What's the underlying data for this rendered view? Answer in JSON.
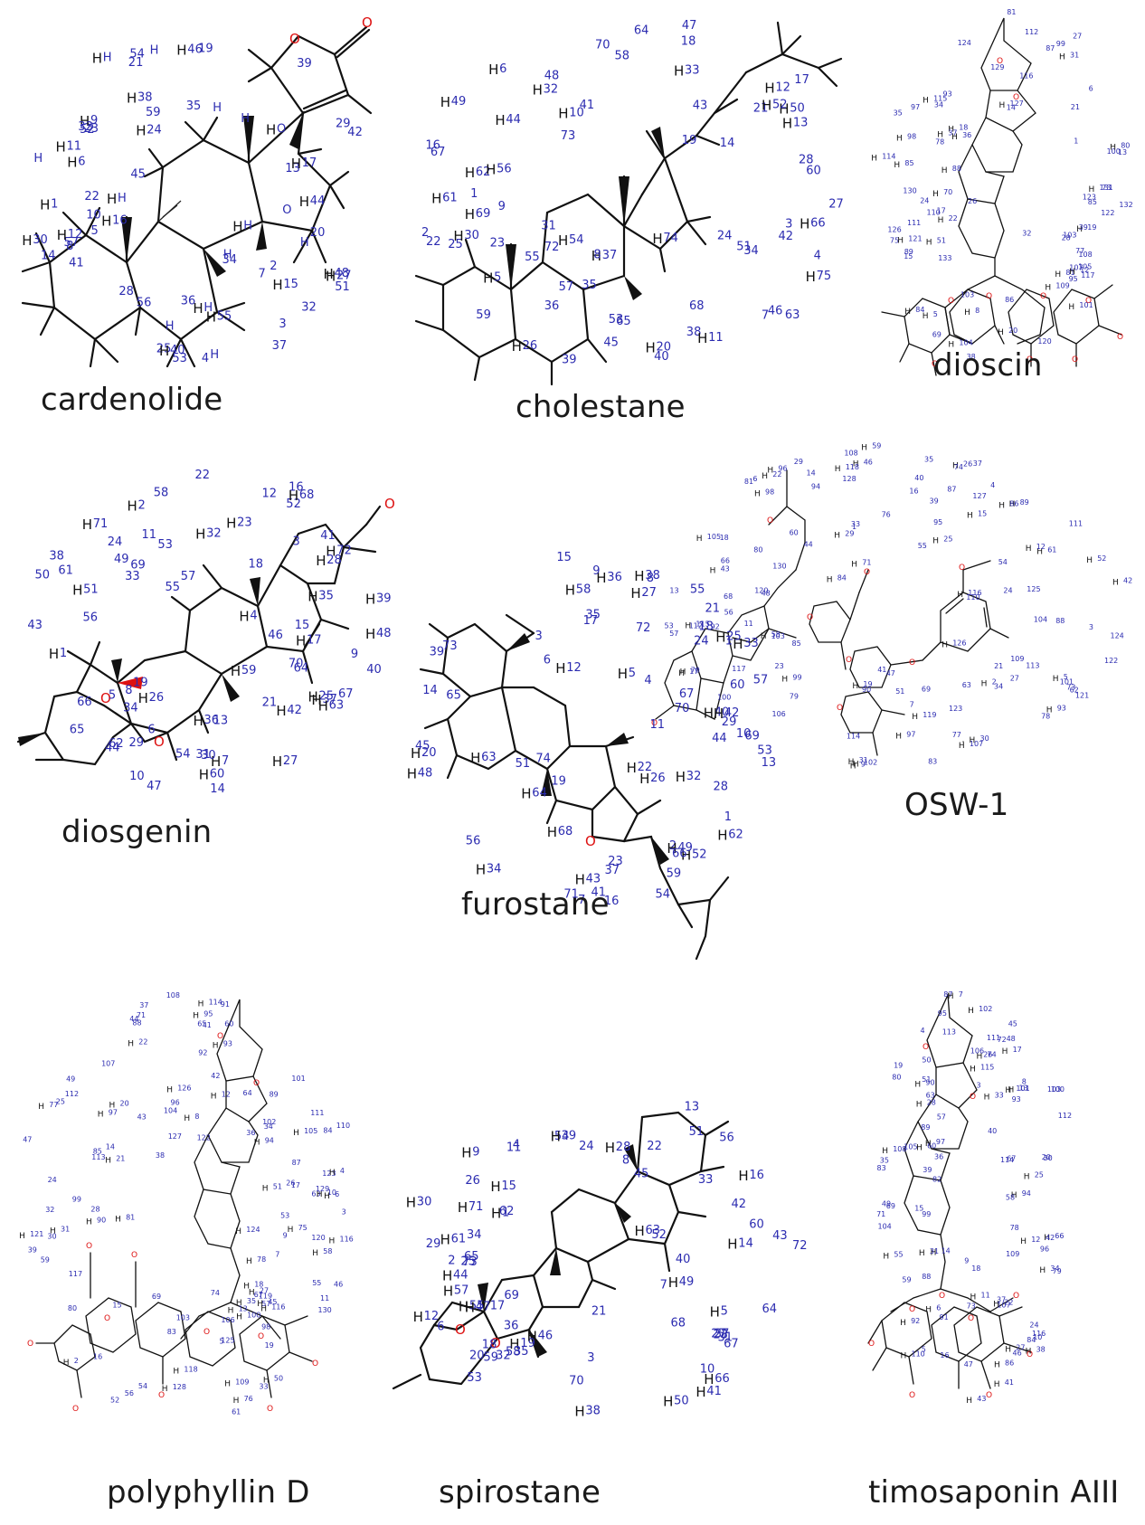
{
  "molecules": [
    {
      "id": "cardenolide",
      "name": "cardenolide"
    },
    {
      "id": "cholestane",
      "name": "cholestane"
    },
    {
      "id": "dioscin",
      "name": "dioscin"
    },
    {
      "id": "diosgenin",
      "name": "diosgenin"
    },
    {
      "id": "osw1",
      "name": "OSW-1"
    },
    {
      "id": "furostane",
      "name": "furostane"
    },
    {
      "id": "polyphyllin",
      "name": "polyphyllin D"
    },
    {
      "id": "spirostane",
      "name": "spirostane"
    },
    {
      "id": "timosaponin",
      "name": "timosaponin AIII"
    }
  ],
  "colors": {
    "bond": "#111111",
    "oxygen": "#dd1111",
    "atom_number": "#2b2bb0",
    "text": "#1a1a1a"
  },
  "atom_labels": {
    "cardenolide": [
      "1",
      "2",
      "57",
      "48",
      "23",
      "25",
      "24",
      "22",
      "59",
      "11",
      "34",
      "42",
      "15",
      "13",
      "41",
      "38",
      "37",
      "5",
      "6",
      "3",
      "28",
      "27",
      "4",
      "10",
      "9",
      "19",
      "7",
      "16",
      "20",
      "21",
      "17",
      "8",
      "14",
      "12",
      "36",
      "35",
      "40",
      "39",
      "29",
      "46",
      "45",
      "56",
      "55",
      "54",
      "53",
      "44",
      "52",
      "51",
      "30",
      "33",
      "32",
      "O",
      "O",
      "H",
      "H",
      "H",
      "H",
      "H",
      "H",
      "H",
      "H",
      "H",
      "H",
      "H",
      "H"
    ],
    "cholestane": [
      "74",
      "73",
      "72",
      "69",
      "27",
      "25",
      "26",
      "70",
      "65",
      "75",
      "24",
      "68",
      "66",
      "23",
      "67",
      "62",
      "63",
      "48",
      "50",
      "22",
      "21",
      "61",
      "47",
      "16",
      "6",
      "31",
      "60",
      "32",
      "64",
      "1",
      "12",
      "42",
      "2",
      "10",
      "41",
      "38",
      "37",
      "28",
      "3",
      "11",
      "40",
      "39",
      "44",
      "43",
      "36",
      "52",
      "51",
      "9",
      "5",
      "8",
      "4",
      "30",
      "14",
      "55",
      "54",
      "46",
      "19",
      "56",
      "57",
      "58",
      "20",
      "17",
      "59",
      "33",
      "34",
      "7",
      "49",
      "53",
      "35",
      "13",
      "18",
      "45"
    ],
    "dioscin": [
      "101",
      "100",
      "103",
      "98",
      "95",
      "99",
      "85",
      "34",
      "28",
      "84",
      "81",
      "75",
      "22",
      "21",
      "86",
      "19",
      "69",
      "87",
      "88",
      "17",
      "24",
      "20",
      "78",
      "97",
      "70",
      "73",
      "26",
      "18",
      "77",
      "89",
      "80",
      "32",
      "27",
      "31",
      "35",
      "85",
      "36",
      "93",
      "38",
      "37",
      "124",
      "123",
      "81",
      "39",
      "130",
      "114",
      "108",
      "103",
      "109",
      "107",
      "105",
      "104",
      "111",
      "6",
      "5",
      "110",
      "116",
      "115",
      "126",
      "117",
      "51",
      "112",
      "120",
      "12",
      "14",
      "133",
      "131",
      "129",
      "122",
      "121",
      "132",
      "15",
      "127",
      "13",
      "1",
      "8"
    ],
    "diosgenin": [
      "72",
      "3",
      "65",
      "27",
      "61",
      "62",
      "25",
      "19",
      "56",
      "48",
      "49",
      "14",
      "60",
      "24",
      "18",
      "59",
      "22",
      "55",
      "17",
      "47",
      "46",
      "7",
      "33",
      "31",
      "37",
      "9",
      "58",
      "35",
      "41",
      "57",
      "42",
      "43",
      "38",
      "39",
      "13",
      "11",
      "23",
      "5",
      "10",
      "4",
      "6",
      "16",
      "32",
      "44",
      "50",
      "51",
      "12",
      "52",
      "2",
      "40",
      "15",
      "1",
      "8",
      "34",
      "36",
      "21",
      "54",
      "26",
      "53",
      "64",
      "63",
      "29",
      "67",
      "68",
      "66",
      "69",
      "28",
      "30",
      "70",
      "71"
    ],
    "osw1": [
      "107",
      "108",
      "106",
      "105",
      "111",
      "100",
      "46",
      "110",
      "101",
      "42",
      "47",
      "39",
      "96",
      "109",
      "95",
      "93",
      "37",
      "92",
      "29",
      "76",
      "78",
      "71",
      "77",
      "27",
      "70",
      "66",
      "16",
      "19",
      "21",
      "23",
      "84",
      "83",
      "79",
      "22",
      "69",
      "24",
      "25",
      "85",
      "18",
      "17",
      "63",
      "68",
      "26",
      "74",
      "73",
      "31",
      "81",
      "29",
      "30",
      "88",
      "80",
      "89",
      "90",
      "34",
      "98",
      "35",
      "33",
      "86",
      "87",
      "130",
      "15",
      "128",
      "62",
      "61",
      "127",
      "60",
      "58",
      "56",
      "57",
      "59",
      "124",
      "125",
      "126",
      "55",
      "11",
      "52",
      "113",
      "114",
      "43",
      "41",
      "40",
      "97",
      "94",
      "7",
      "99",
      "44",
      "104",
      "102",
      "103",
      "112",
      "9",
      "53",
      "54",
      "118",
      "122",
      "14",
      "12",
      "120",
      "121",
      "119",
      "123",
      "13",
      "116",
      "117",
      "51",
      "115",
      "48",
      "6",
      "5",
      "4",
      "3",
      "2",
      "1"
    ],
    "furostane": [
      "58",
      "57",
      "51",
      "62",
      "21",
      "56",
      "63",
      "23",
      "18",
      "52",
      "19",
      "7",
      "20",
      "39",
      "55",
      "38",
      "37",
      "11",
      "48",
      "6",
      "10",
      "36",
      "54",
      "16",
      "32",
      "2",
      "44",
      "12",
      "4",
      "3",
      "40",
      "15",
      "14",
      "43",
      "29",
      "60",
      "5",
      "13",
      "41",
      "22",
      "59",
      "9",
      "34",
      "35",
      "8",
      "33",
      "1",
      "17",
      "49",
      "65",
      "24",
      "64",
      "74",
      "73",
      "25",
      "28",
      "66",
      "26",
      "72",
      "67",
      "68",
      "69",
      "71",
      "27",
      "70",
      "45",
      "42",
      "53",
      "1"
    ],
    "polyphyllin": [
      "100",
      "99",
      "101",
      "97",
      "41",
      "96",
      "95",
      "98",
      "42",
      "94",
      "84",
      "80",
      "2",
      "28",
      "34",
      "81",
      "33",
      "25",
      "21",
      "83",
      "64",
      "75",
      "19",
      "17",
      "18",
      "67",
      "69",
      "76",
      "24",
      "61",
      "77",
      "71",
      "26",
      "20",
      "63",
      "87",
      "22",
      "88",
      "30",
      "78",
      "74",
      "36",
      "27",
      "65",
      "32",
      "35",
      "91",
      "38",
      "31",
      "85",
      "37",
      "90",
      "39",
      "123",
      "121",
      "122",
      "92",
      "93",
      "102",
      "59",
      "114",
      "130",
      "16",
      "126",
      "127",
      "60",
      "58",
      "119",
      "57",
      "10",
      "49",
      "107",
      "105",
      "47",
      "108",
      "109",
      "103",
      "44",
      "45",
      "55",
      "89",
      "116",
      "56",
      "14",
      "128",
      "52",
      "5",
      "50",
      "117",
      "53",
      "124",
      "129",
      "15",
      "118",
      "54",
      "112",
      "116",
      "104",
      "46",
      "51",
      "113",
      "7",
      "13",
      "125",
      "110",
      "6",
      "111",
      "120",
      "12",
      "11",
      "43",
      "4",
      "3",
      "106",
      "8",
      "9"
    ],
    "spirostane": [
      "63",
      "62",
      "65",
      "50",
      "54",
      "24",
      "19",
      "25",
      "64",
      "39",
      "21",
      "51",
      "9",
      "53",
      "20",
      "55",
      "37",
      "40",
      "12",
      "56",
      "7",
      "14",
      "42",
      "52",
      "47",
      "11",
      "33",
      "49",
      "18",
      "3",
      "38",
      "6",
      "17",
      "46",
      "31",
      "4",
      "15",
      "45",
      "58",
      "57",
      "13",
      "22",
      "41",
      "2",
      "59",
      "5",
      "10",
      "32",
      "30",
      "68",
      "27",
      "16",
      "8",
      "43",
      "44",
      "69",
      "70",
      "1",
      "36",
      "35",
      "71",
      "72",
      "29",
      "28",
      "26",
      "23",
      "61",
      "34",
      "73",
      "66",
      "67",
      "60"
    ],
    "timosaponin": [
      "94",
      "95",
      "93",
      "92",
      "89",
      "39",
      "90",
      "37",
      "91",
      "38",
      "87",
      "82",
      "27",
      "36",
      "83",
      "34",
      "24",
      "19",
      "86",
      "57",
      "84",
      "17",
      "71",
      "59",
      "14",
      "58",
      "72",
      "22",
      "15",
      "63",
      "55",
      "16",
      "18",
      "28",
      "26",
      "67",
      "66",
      "73",
      "79",
      "25",
      "78",
      "20",
      "74",
      "69",
      "30",
      "33",
      "112",
      "88",
      "31",
      "113",
      "80",
      "13",
      "116",
      "103",
      "108",
      "35",
      "50",
      "102",
      "9",
      "107",
      "101",
      "4",
      "3",
      "41",
      "96",
      "45",
      "12",
      "106",
      "51",
      "115",
      "10",
      "105",
      "7",
      "99",
      "100",
      "43",
      "46",
      "42",
      "97",
      "49",
      "47",
      "11",
      "48",
      "114",
      "6",
      "104",
      "5",
      "110",
      "111",
      "8",
      "60",
      "109",
      "40"
    ]
  },
  "atom_symbols": {
    "h": "H",
    "o": "O"
  }
}
